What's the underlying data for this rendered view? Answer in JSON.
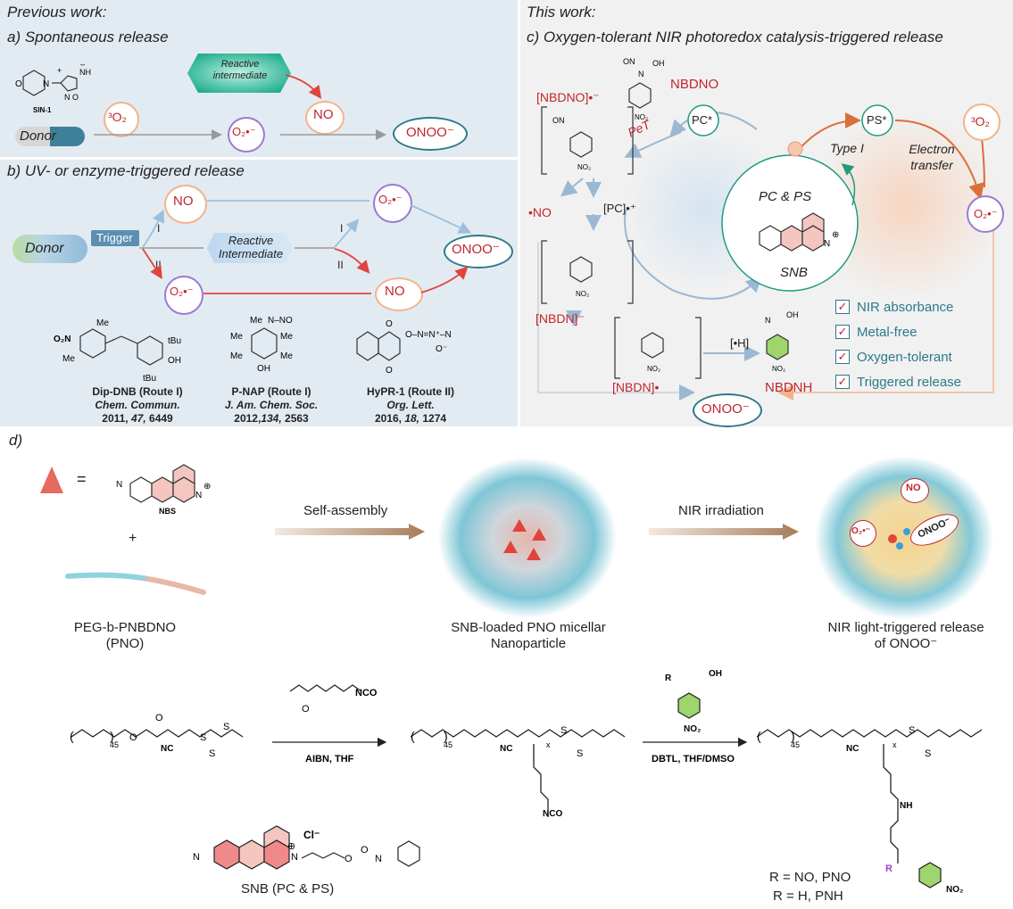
{
  "panel_ab": {
    "header": "Previous work:",
    "a_title": "a) Spontaneous release",
    "sin1_label": "SIN-1",
    "o2_3": "³O₂",
    "donor": "Donor",
    "reactive_intermediate": "Reactive intermediate",
    "no": "NO",
    "o2_rad": "O₂•⁻",
    "onoo": "ONOO⁻",
    "b_title": "b) UV- or enzyme-triggered release",
    "trigger": "Trigger",
    "route_I": "I",
    "route_II": "II",
    "reactive_intermediate_b": "Reactive Intermediate",
    "compounds": [
      {
        "name": "Dip-DNB (Route I)",
        "journal": "Chem. Commun.",
        "year": "2011,",
        "volume": "47,",
        "page": "6449"
      },
      {
        "name": "P-NAP (Route I)",
        "journal": "J. Am. Chem. Soc.",
        "year": "2012,",
        "volume": "134,",
        "page": "2563"
      },
      {
        "name": "HyPR-1 (Route II)",
        "journal": "Org. Lett.",
        "year": "2016,",
        "volume": "18,",
        "page": "1274"
      }
    ],
    "struct_labels": {
      "me": "Me",
      "tbu": "tBu",
      "oh": "OH",
      "no2": "O₂N",
      "nno": "N–NO"
    }
  },
  "panel_c": {
    "header": "This work:",
    "title": "c) Oxygen-tolerant NIR photoredox catalysis-triggered release",
    "nbdno": "NBDNO",
    "nbdno_rad": "[NBDNO]•⁻",
    "pet": "PeT",
    "pc_star": "PC*",
    "ps_star": "PS*",
    "type_i": "Type I",
    "electron_transfer": "Electron transfer",
    "o2_3": "³O₂",
    "o2_rad": "O₂•⁻",
    "no_rad": "•NO",
    "pc_rad": "[PC]•⁺",
    "pc_ps": "PC & PS",
    "snb": "SNB",
    "nbdn_anion": "[NBDN]⁻",
    "nbdn_rad": "[NBDN]•",
    "h_rad": "[•H]",
    "nbdnh": "NBDNH",
    "onoo": "ONOO⁻",
    "features": [
      "NIR absorbance",
      "Metal-free",
      "Oxygen-tolerant",
      "Triggered release"
    ]
  },
  "panel_d": {
    "title": "d)",
    "equals": "=",
    "nbs": "NBS",
    "plus": "+",
    "self_assembly": "Self-assembly",
    "nir_irradiation": "NIR irradiation",
    "polymer_label": "PEG-b-PNBDNO",
    "polymer_abbr": "(PNO)",
    "np1_caption": "SNB-loaded PNO micellar Nanoparticle",
    "np2_caption": "NIR light-triggered release of ONOO⁻",
    "np2_no": "NO",
    "np2_o2": "O₂•⁻",
    "np2_onoo": "ONOO⁻",
    "step1_conditions": "AIBN, THF",
    "step2_conditions": "DBTL, THF/DMSO",
    "n45": "45",
    "x": "x",
    "nc": "NC",
    "nco": "NCO",
    "s": "S",
    "snb_caption": "SNB (PC & PS)",
    "cl": "Cl⁻",
    "r_oh": "R",
    "r_no": "R = NO, PNO",
    "r_h": "R = H, PNH",
    "nh": "NH",
    "no2": "NO₂"
  }
}
